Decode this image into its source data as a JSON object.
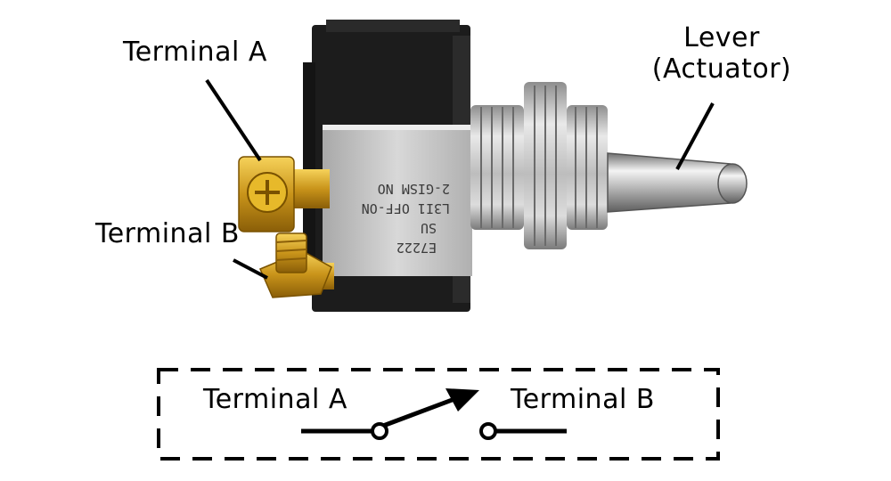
{
  "labels": {
    "terminal_a": "Terminal A",
    "terminal_b": "Terminal B",
    "lever_line1": "Lever",
    "lever_line2": "(Actuator)"
  },
  "switch_markings": {
    "line1": "E7222",
    "line2": "SU",
    "line3": "L3I1 OFF-ON",
    "line4": "2-GISM NO"
  },
  "schematic": {
    "left_terminal": "Terminal A",
    "right_terminal": "Terminal B"
  },
  "colors": {
    "housing": "#1c1c1c",
    "metal": "#c9c9c9",
    "brass": "#d4a017",
    "line": "#000000"
  }
}
